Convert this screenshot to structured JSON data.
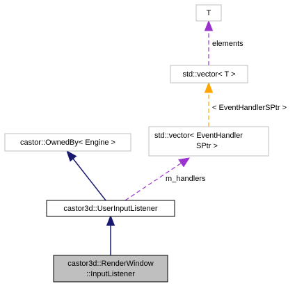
{
  "colors": {
    "inheritance_edge": "#191970",
    "member_edge": "#9a32cd",
    "template_edge": "#ffa500",
    "focus_fill": "#bfbfbf"
  },
  "nodes": {
    "t": "T",
    "std_vector_t": "std::vector< T >",
    "std_vector_handler_line1": "std::vector< EventHandler",
    "std_vector_handler_line2": "SPtr >",
    "owned_by": "castor::OwnedBy< Engine >",
    "user_input_listener": "castor3d::UserInputListener",
    "render_window_line1": "castor3d::RenderWindow",
    "render_window_line2": "::InputListener"
  },
  "edges": {
    "elements_label": "elements",
    "template_arg_label": "< EventHandlerSPtr >",
    "handlers_label": "m_handlers"
  }
}
